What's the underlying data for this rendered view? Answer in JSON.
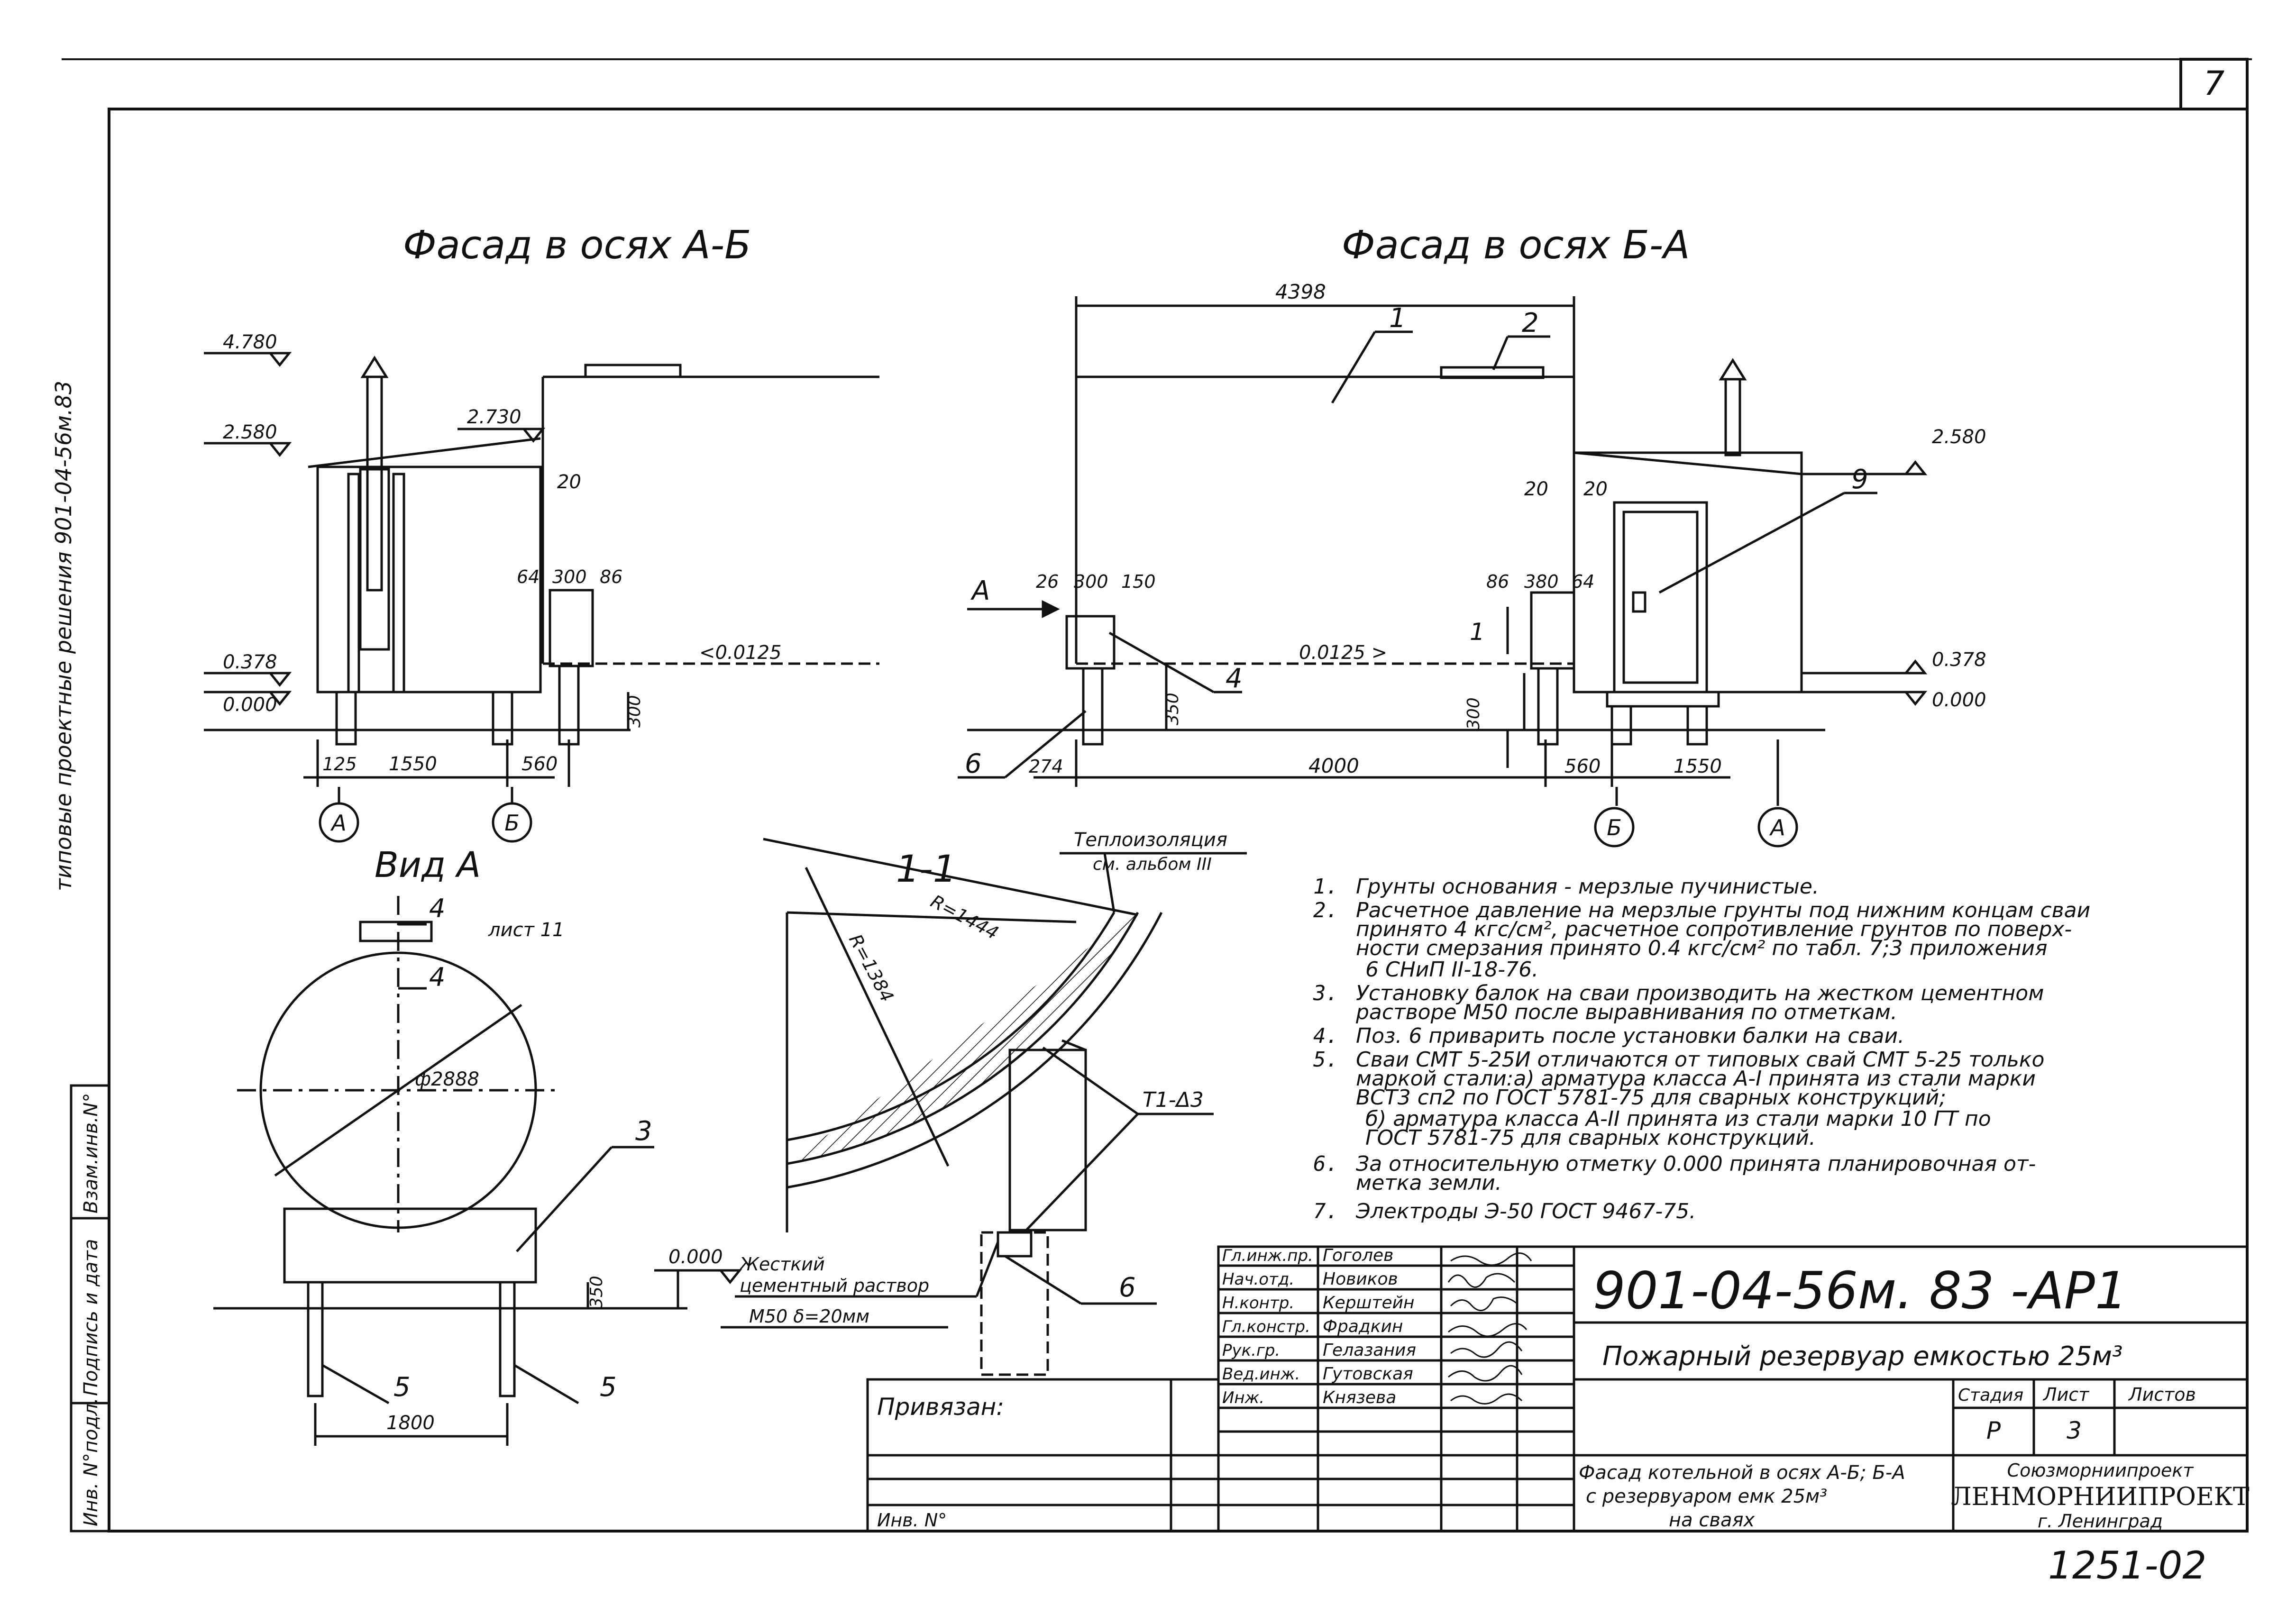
{
  "sheet": {
    "page_number": "7",
    "archive_code": "1251-02"
  },
  "side_strip": {
    "vertical_text": "типовые проектные решения 901-04-56м.83",
    "stamp_cells": [
      "Инв. N°подл.",
      "Подпись и дата",
      "Взам.инв.N°"
    ]
  },
  "views": {
    "facade_ab": {
      "title": "Фасад в осях А-Б",
      "levels": [
        "4.780",
        "2.580",
        "2.730",
        "0.378",
        "0.000"
      ],
      "dims": [
        "20",
        "64",
        "300",
        "86",
        "300",
        "125",
        "1550",
        "560"
      ],
      "slope": "<0.0125",
      "axes": [
        "А",
        "Б"
      ]
    },
    "facade_ba": {
      "title": "Фасад в осях Б-А",
      "dims": [
        "4398",
        "20",
        "20",
        "26",
        "300",
        "150",
        "350",
        "86",
        "380",
        "64",
        "300",
        "274",
        "4000",
        "560",
        "1550"
      ],
      "levels": [
        "2.580",
        "0.378",
        "0.000"
      ],
      "slope": "0.0125 >",
      "pos": [
        "1",
        "2",
        "9",
        "4",
        "6"
      ],
      "view_arrow": "А",
      "section_mark": "1",
      "axes": [
        "Б",
        "А"
      ]
    },
    "view_a": {
      "title": "Вид А",
      "section_mark": "4",
      "sheet_ref": "лист 11",
      "diameter": "ф2888",
      "pos": [
        "3",
        "5",
        "5"
      ],
      "dims": [
        "350",
        "1800"
      ],
      "level": "0.000"
    },
    "section_11": {
      "title": "1-1",
      "insulation_note": [
        "Теплоизоляция",
        "см. альбом III"
      ],
      "radii": [
        "R=1444",
        "R=1384"
      ],
      "weld": "Т1-Δ3",
      "mortar_note": [
        "Жесткий",
        "цементный раствор",
        "М50 δ=20мм"
      ],
      "pos": "6"
    }
  },
  "notes": [
    [
      "1.",
      "Грунты основания - мерзлые пучинистые."
    ],
    [
      "2.",
      "Расчетное давление на мерзлые грунты под нижним концам сваи",
      "принято 4 кгс/см², расчетное сопротивление грунтов по поверх-",
      "ности смерзания принято 0.4 кгс/см² по табл. 7;3 приложения",
      "6 СНиП II-18-76."
    ],
    [
      "3.",
      "Установку балок на сваи производить на жестком цементном",
      "растворе М50 после выравнивания по отметкам."
    ],
    [
      "4.",
      "Поз. 6 приварить после установки балки на сваи."
    ],
    [
      "5.",
      "Сваи СМТ 5-25И отличаются от типовых свай СМТ 5-25 только",
      "маркой стали:а) арматура класса А-I принята из стали марки",
      "ВСТ3 сп2 по ГОСТ 5781-75 для сварных конструкций;",
      "б) арматура класса А-II принята из стали марки 10 ГТ по",
      "ГОСТ 5781-75 для сварных конструкций."
    ],
    [
      "6.",
      "За относительную отметку 0.000 принята планировочная от-",
      "метка земли."
    ],
    [
      "7.",
      "Электроды Э-50 ГОСТ 9467-75."
    ]
  ],
  "title_block": {
    "code": "901-04-56м. 83 -АР1",
    "name": "Пожарный резервуар емкостью 25м³",
    "staff": [
      {
        "role": "Гл.инж.пр.",
        "name": "Гоголев"
      },
      {
        "role": "Нач.отд.",
        "name": "Новиков"
      },
      {
        "role": "Н.контр.",
        "name": "Керштейн"
      },
      {
        "role": "Гл.констр.",
        "name": "Фрадкин"
      },
      {
        "role": "Рук.гр.",
        "name": "Гелазания"
      },
      {
        "role": "Вед.инж.",
        "name": "Гутовская"
      },
      {
        "role": "Инж.",
        "name": "Князева"
      }
    ],
    "privyazan": "Привязан:",
    "inv": "Инв. N°",
    "headers": [
      "Стадия",
      "Лист",
      "Листов"
    ],
    "values": [
      "Р",
      "3",
      ""
    ],
    "sheet_title": [
      "Фасад котельной в осях А-Б; Б-А",
      "с резервуаром емк 25м³",
      "на сваях"
    ],
    "org": [
      "Союзморниипроект",
      "ЛЕНМОРНИИПРОЕКТ",
      "г. Ленинград"
    ]
  }
}
